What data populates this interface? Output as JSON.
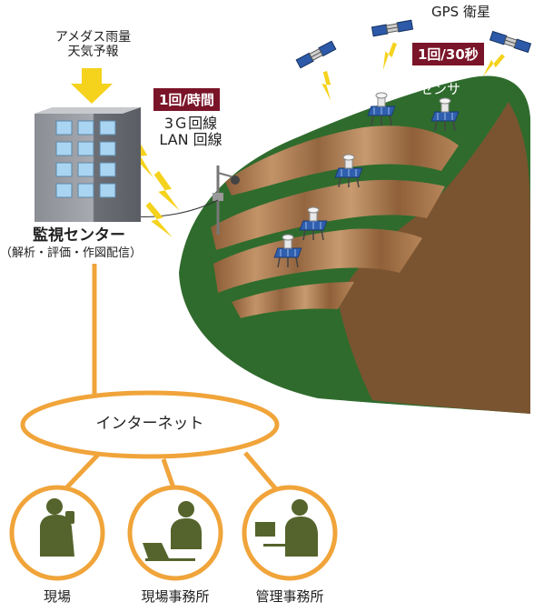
{
  "weather_source": {
    "line1": "アメダス雨量",
    "line2": "天気予報"
  },
  "center": {
    "title": "監視センター",
    "subtitle": "（解析・評価・作図配信）"
  },
  "comm": {
    "interval_badge": "1回/時間",
    "line1": "3Ｇ回線",
    "line2": "LAN 回線"
  },
  "gps": {
    "satellite_label": "GPS 衛星",
    "interval_badge": "1回/30秒",
    "sensor_label": "GPS センサ"
  },
  "network": {
    "label": "インターネット"
  },
  "endpoints": [
    {
      "label": "現場"
    },
    {
      "label": "現場事務所"
    },
    {
      "label": "管理事務所"
    }
  ],
  "colors": {
    "slope_green": "#2f6b2d",
    "soil_brown": "#7a5430",
    "accent_orange": "#f0a43a",
    "bolt_yellow": "#f5d21c",
    "badge": "#7a1428",
    "person": "#55642c"
  }
}
